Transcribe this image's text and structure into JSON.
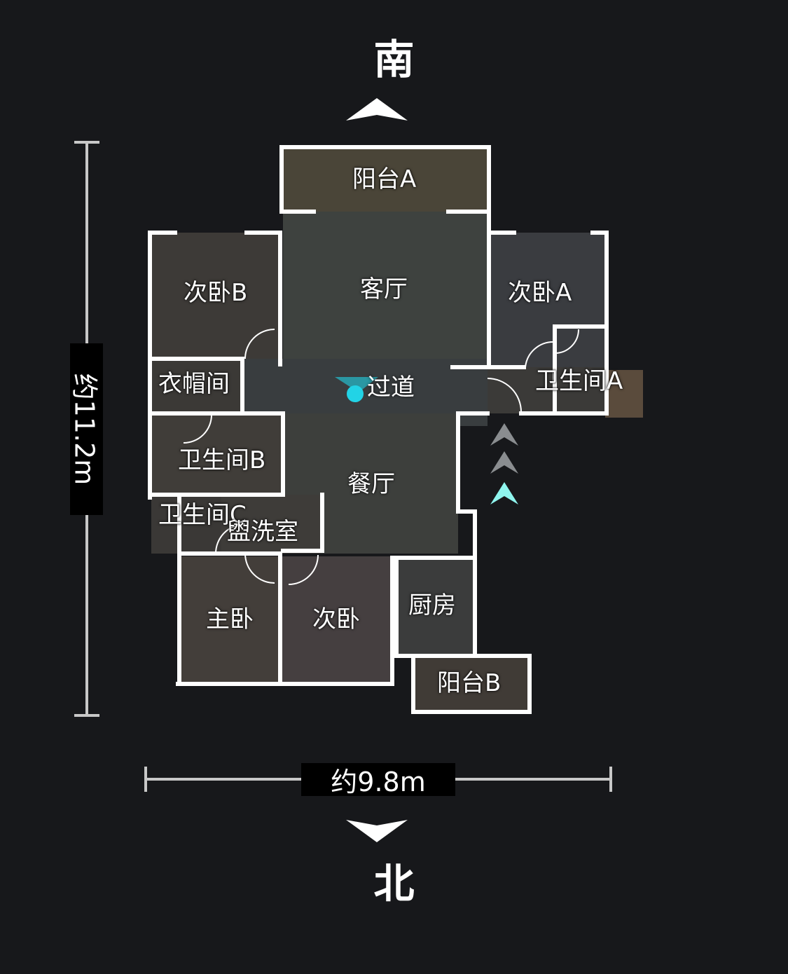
{
  "compass": {
    "top_label": "南",
    "bottom_label": "北"
  },
  "dimensions": {
    "width_label": "约9.8m",
    "height_label": "约11.2m"
  },
  "rooms": {
    "balcony_a": "阳台A",
    "bedroom_b": "次卧B",
    "living_room": "客厅",
    "bedroom_a": "次卧A",
    "cloakroom": "衣帽间",
    "corridor": "过道",
    "bathroom_a": "卫生间A",
    "bathroom_b": "卫生间B",
    "dining_room": "餐厅",
    "bathroom_c": "卫生间C",
    "washroom": "盥洗室",
    "master_bedroom": "主卧",
    "bedroom": "次卧",
    "kitchen": "厨房",
    "balcony_b": "阳台B"
  },
  "colors": {
    "background": "#17181b",
    "wall": "#ffffff",
    "position_marker": "#22d3e6",
    "entry_arrow_active": "#8ff5ee",
    "entry_arrow_inactive": "#8a8d90"
  },
  "icons": {
    "position_marker": "location-dot-icon",
    "entry": "chevron-up-icon"
  }
}
